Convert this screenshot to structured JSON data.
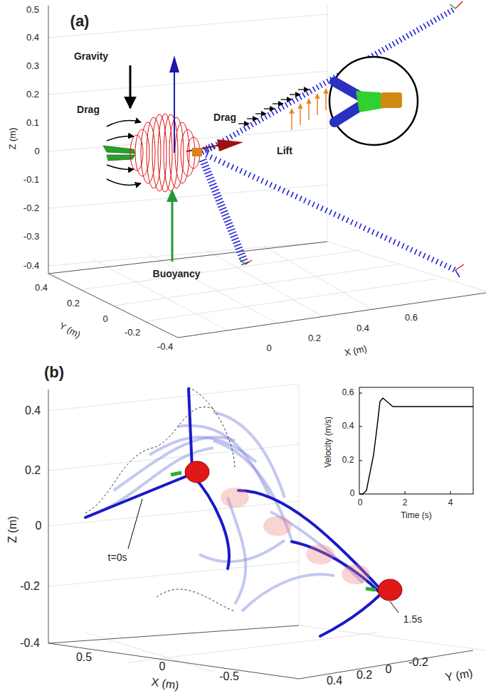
{
  "diagram": {
    "labels": [
      "(a)",
      "0.5",
      "0.4",
      "0.3",
      "0.2",
      "0.1",
      "0",
      "-0.1",
      "-0.2",
      "-0.3",
      "-0.4",
      "Z (m)",
      "0.4",
      "0.2",
      "0",
      "-0.2",
      "-0.4",
      "Y (m)",
      "0",
      "0.2",
      "0.4",
      "0.6",
      "X (m)",
      "Gravity",
      "Drag",
      "Drag",
      "Lift",
      "Buoyancy",
      "(b)",
      "0.4",
      "0.2",
      "0",
      "-0.2",
      "-0.4",
      "Z (m)",
      "t=0s",
      "1.5s",
      "0.5",
      "0",
      "-0.5",
      "X (m)",
      "0.4",
      "0.2",
      "0",
      "-0.2",
      "Y (m)",
      "0.6",
      "0.4",
      "0.2",
      "0",
      "Velocity (m/s)",
      "0",
      "2",
      "4",
      "Time (s)"
    ]
  }
}
